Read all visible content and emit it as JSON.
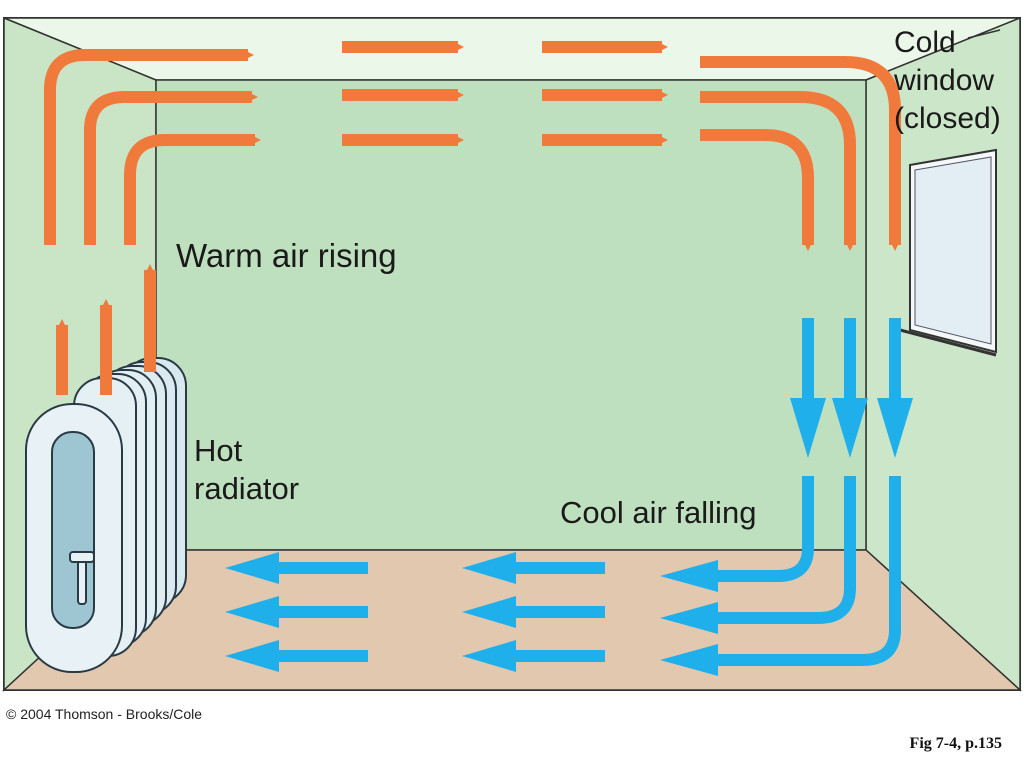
{
  "labels": {
    "warm_air": "Warm air rising",
    "hot_radiator_line1": "Hot",
    "hot_radiator_line2": "radiator",
    "cool_air": "Cool air falling",
    "cold_window_line1": "Cold",
    "cold_window_line2": "window",
    "cold_window_line3": "(closed)"
  },
  "footer": {
    "copyright": "© 2004 Thomson - Brooks/Cole",
    "figure_ref": "Fig 7-4, p.135"
  },
  "colors": {
    "warm_arrow": "#f07a3c",
    "cool_arrow": "#1fb0ec",
    "wall": "#c6e3c3",
    "back_wall": "#bfe0be",
    "ceiling": "#e9f6e6",
    "floor": "#e3c8b0",
    "radiator": "#dcecf2",
    "window": "#e2eef3"
  }
}
